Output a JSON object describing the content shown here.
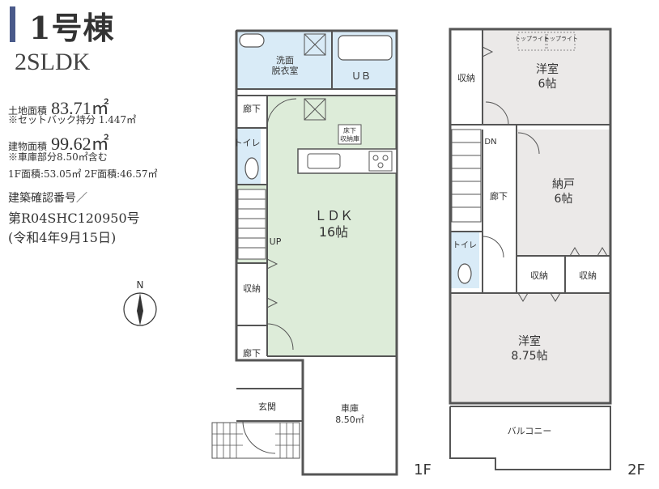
{
  "header": {
    "title": "1号棟",
    "layout": "2SLDK"
  },
  "info": {
    "land_area_label": "土地面積",
    "land_area_value": "83.71㎡",
    "setback": "※セットバック持分 1.447㎡",
    "building_area_label": "建物面積",
    "building_area_value": "99.62㎡",
    "garage_note": "※車庫部分8.50㎡含む",
    "floor_areas": "1F面積:53.05㎡ 2F面積:46.57㎡",
    "permit_label": "建築確認番号／",
    "permit_number": "第R04SHC120950号",
    "permit_date": "(令和4年9月15日)"
  },
  "compass": {
    "north": "N"
  },
  "floor1": {
    "floor_label": "1F",
    "rooms": {
      "washroom": [
        "洗面",
        "脱衣室"
      ],
      "ub": "ＵＢ",
      "hall_top": "廊下",
      "toilet": "トイレ",
      "storage": "収納",
      "ldk": "ＬＤＫ",
      "ldk_size": "16帖",
      "underfloor": [
        "床下",
        "収納庫"
      ],
      "up": "UP",
      "hall_bottom": "廊下",
      "entrance": "玄関",
      "garage": "車庫",
      "garage_size": "8.50㎡"
    }
  },
  "floor2": {
    "floor_label": "2F",
    "rooms": {
      "topLight": "トップライト",
      "western1": "洋室",
      "western1_size": "6帖",
      "storage_left": "収納",
      "dn": "DN",
      "hall": "廊下",
      "closet": "納戸",
      "closet_size": "6帖",
      "toilet": "トイレ",
      "storage1": "収納",
      "storage2": "収納",
      "western2": "洋室",
      "western2_size": "8.75帖",
      "balcony": "バルコニー"
    }
  }
}
